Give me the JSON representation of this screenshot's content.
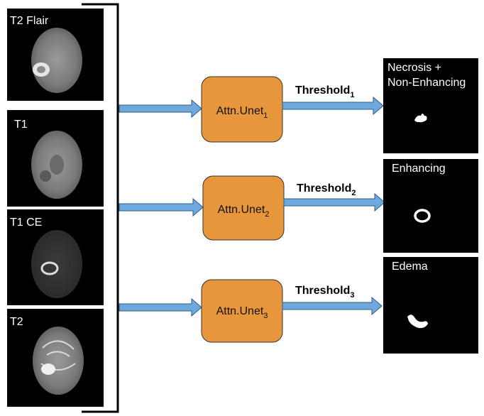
{
  "inputs": [
    {
      "label": "T2 Flair"
    },
    {
      "label": "T1"
    },
    {
      "label": "T1 CE"
    },
    {
      "label": "T2"
    }
  ],
  "models": [
    {
      "name": "Attn.Unet",
      "sub": "1"
    },
    {
      "name": "Attn.Unet",
      "sub": "2"
    },
    {
      "name": "Attn.Unet",
      "sub": "3"
    }
  ],
  "thresholds": [
    {
      "name": "Threshold",
      "sub": "1"
    },
    {
      "name": "Threshold",
      "sub": "2"
    },
    {
      "name": "Threshold",
      "sub": "3"
    }
  ],
  "outputs": [
    {
      "line1": "Necrosis +",
      "line2": "Non-Enhancing"
    },
    {
      "line1": "Enhancing",
      "line2": ""
    },
    {
      "line1": "Edema",
      "line2": ""
    }
  ],
  "colors": {
    "model_box": "#e8963b",
    "arrow": "#6fa8dc",
    "panel": "#000000"
  }
}
